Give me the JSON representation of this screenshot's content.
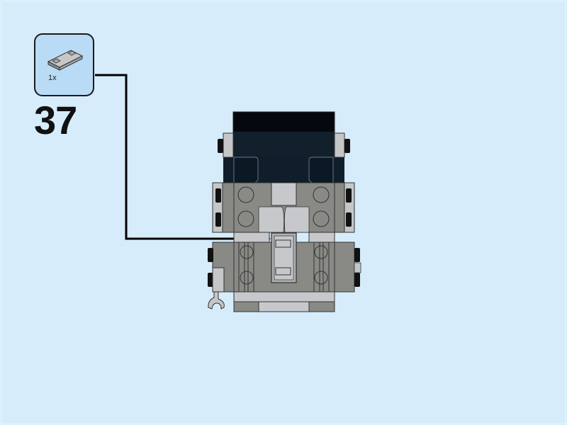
{
  "step": {
    "number": "37",
    "parts_callout": {
      "quantity_label": "1x",
      "part": "tile-1x2-with-grille",
      "part_color": "#a0a19f"
    }
  },
  "colors": {
    "background": "#d6ecfb",
    "callout_fill": "#b9dbf6",
    "callout_border": "#1a1a1a",
    "helmet_dark": "#0f1f2c",
    "body_gray": "#8a8b86",
    "light_gray": "#c3c6c9",
    "arrow": "#000000"
  },
  "model": {
    "description": "Brick-built figure viewed from front",
    "pointer": "arrow-to-new-tile"
  }
}
